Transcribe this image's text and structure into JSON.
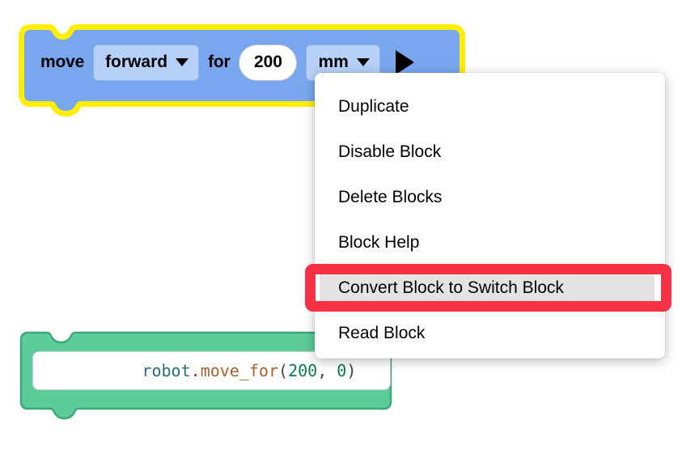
{
  "canvas": {
    "background_color": "#ffffff"
  },
  "move_block": {
    "name": "move-block",
    "fill_color": "#79a7ef",
    "selected_outline_color": "#ffee00",
    "selected": true,
    "label_move": "move",
    "direction_dropdown": {
      "value": "forward",
      "icon": "chevron-down-icon"
    },
    "label_for": "for",
    "distance_value": "200",
    "unit_dropdown": {
      "value": "mm",
      "icon": "chevron-down-icon"
    },
    "run_button": {
      "icon": "play-arrow-icon",
      "label": "Run"
    }
  },
  "code_block": {
    "name": "code-block",
    "fill_color": "#5ecb9a",
    "border_color": "#3aa87a",
    "code_tokens": [
      {
        "text": "robot",
        "type": "object"
      },
      {
        "text": ".",
        "type": "punct"
      },
      {
        "text": "move_for",
        "type": "function"
      },
      {
        "text": "(",
        "type": "paren"
      },
      {
        "text": "200",
        "type": "number"
      },
      {
        "text": ", ",
        "type": "paren"
      },
      {
        "text": "0",
        "type": "number"
      },
      {
        "text": ")",
        "type": "paren"
      }
    ],
    "code_plain": "robot.move_for(200, 0)"
  },
  "context_menu": {
    "name": "block-context-menu",
    "items": [
      {
        "label": "Duplicate",
        "highlighted": false
      },
      {
        "label": "Disable Block",
        "highlighted": false
      },
      {
        "label": "Delete Blocks",
        "highlighted": false
      },
      {
        "label": "Block Help",
        "highlighted": false
      },
      {
        "label": "Convert Block to Switch Block",
        "highlighted": true
      },
      {
        "label": "Read Block",
        "highlighted": false
      }
    ]
  },
  "annotation": {
    "name": "highlight-annotation",
    "target_label": "Convert Block to Switch Block",
    "color": "#f63146"
  }
}
